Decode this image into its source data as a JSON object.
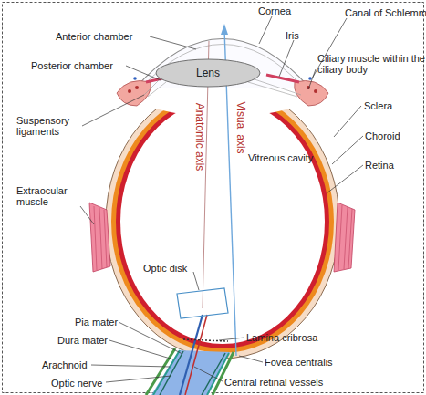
{
  "diagram": {
    "nodes": [
      {
        "text": [
          "Lens"
        ]
      }
    ],
    "labels": [
      "Anterior chamber",
      "Posterior chamber",
      "Suspensory ligaments",
      "Extraocular muscle",
      "Cornea",
      "Iris",
      "Canal of Schlemm",
      "Ciliary muscle within the ciliary body",
      "Sclera",
      "Choroid",
      "Retina",
      "Vitreous cavity",
      "Anatomic axis",
      "Visual axis",
      "Optic disk",
      "Pia mater",
      "Dura mater",
      "Arachnoid",
      "Optic nerve",
      "Fovea centralis",
      "Lamina cribrosa",
      "Central retinal vessels"
    ]
  }
}
